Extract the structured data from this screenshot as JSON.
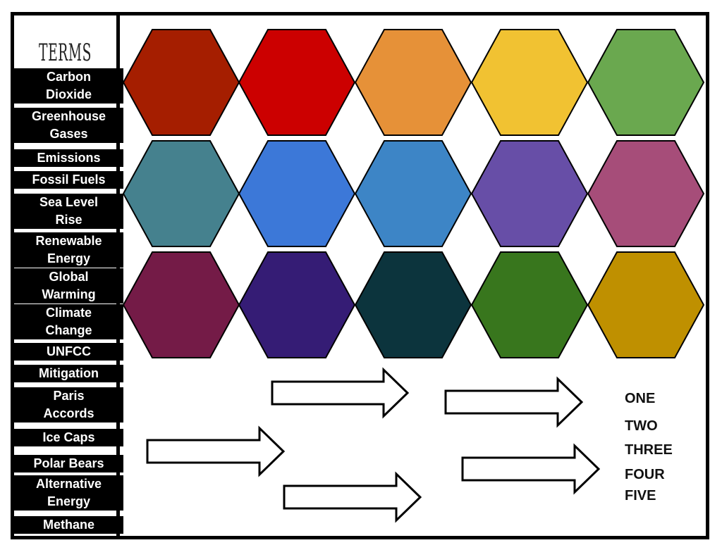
{
  "sidebar": {
    "title": "TERMS",
    "terms": [
      {
        "lines": [
          "Carbon",
          "Dioxide"
        ]
      },
      {
        "lines": [
          "Greenhouse",
          "Gases"
        ]
      },
      {
        "lines": [
          "Emissions"
        ]
      },
      {
        "lines": [
          "Fossil Fuels"
        ]
      },
      {
        "lines": [
          "Sea Level",
          "Rise"
        ]
      },
      {
        "lines": [
          "Renewable",
          "Energy"
        ]
      },
      {
        "lines": [
          "Global",
          "Warming"
        ]
      },
      {
        "lines": [
          "Climate",
          "Change"
        ]
      },
      {
        "lines": [
          "UNFCC"
        ]
      },
      {
        "lines": [
          "Mitigation"
        ]
      },
      {
        "lines": [
          "Paris",
          "Accords"
        ]
      },
      {
        "lines": [
          "Ice Caps"
        ]
      },
      {
        "lines": [
          "Polar Bears"
        ]
      },
      {
        "lines": [
          "Alternative",
          "Energy"
        ]
      },
      {
        "lines": [
          "Methane"
        ]
      }
    ]
  },
  "hexagons": {
    "rows": [
      [
        "#a51e00",
        "#cc0000",
        "#e69138",
        "#f1c232",
        "#6aa84f"
      ],
      [
        "#45818e",
        "#3c78d8",
        "#3d85c6",
        "#674ea7",
        "#a64d79"
      ],
      [
        "#741b47",
        "#351c75",
        "#0c343d",
        "#38761d",
        "#bf9000"
      ]
    ]
  },
  "numbers": [
    "ONE",
    "TWO",
    "THREE",
    "FOUR",
    "FIVE"
  ]
}
